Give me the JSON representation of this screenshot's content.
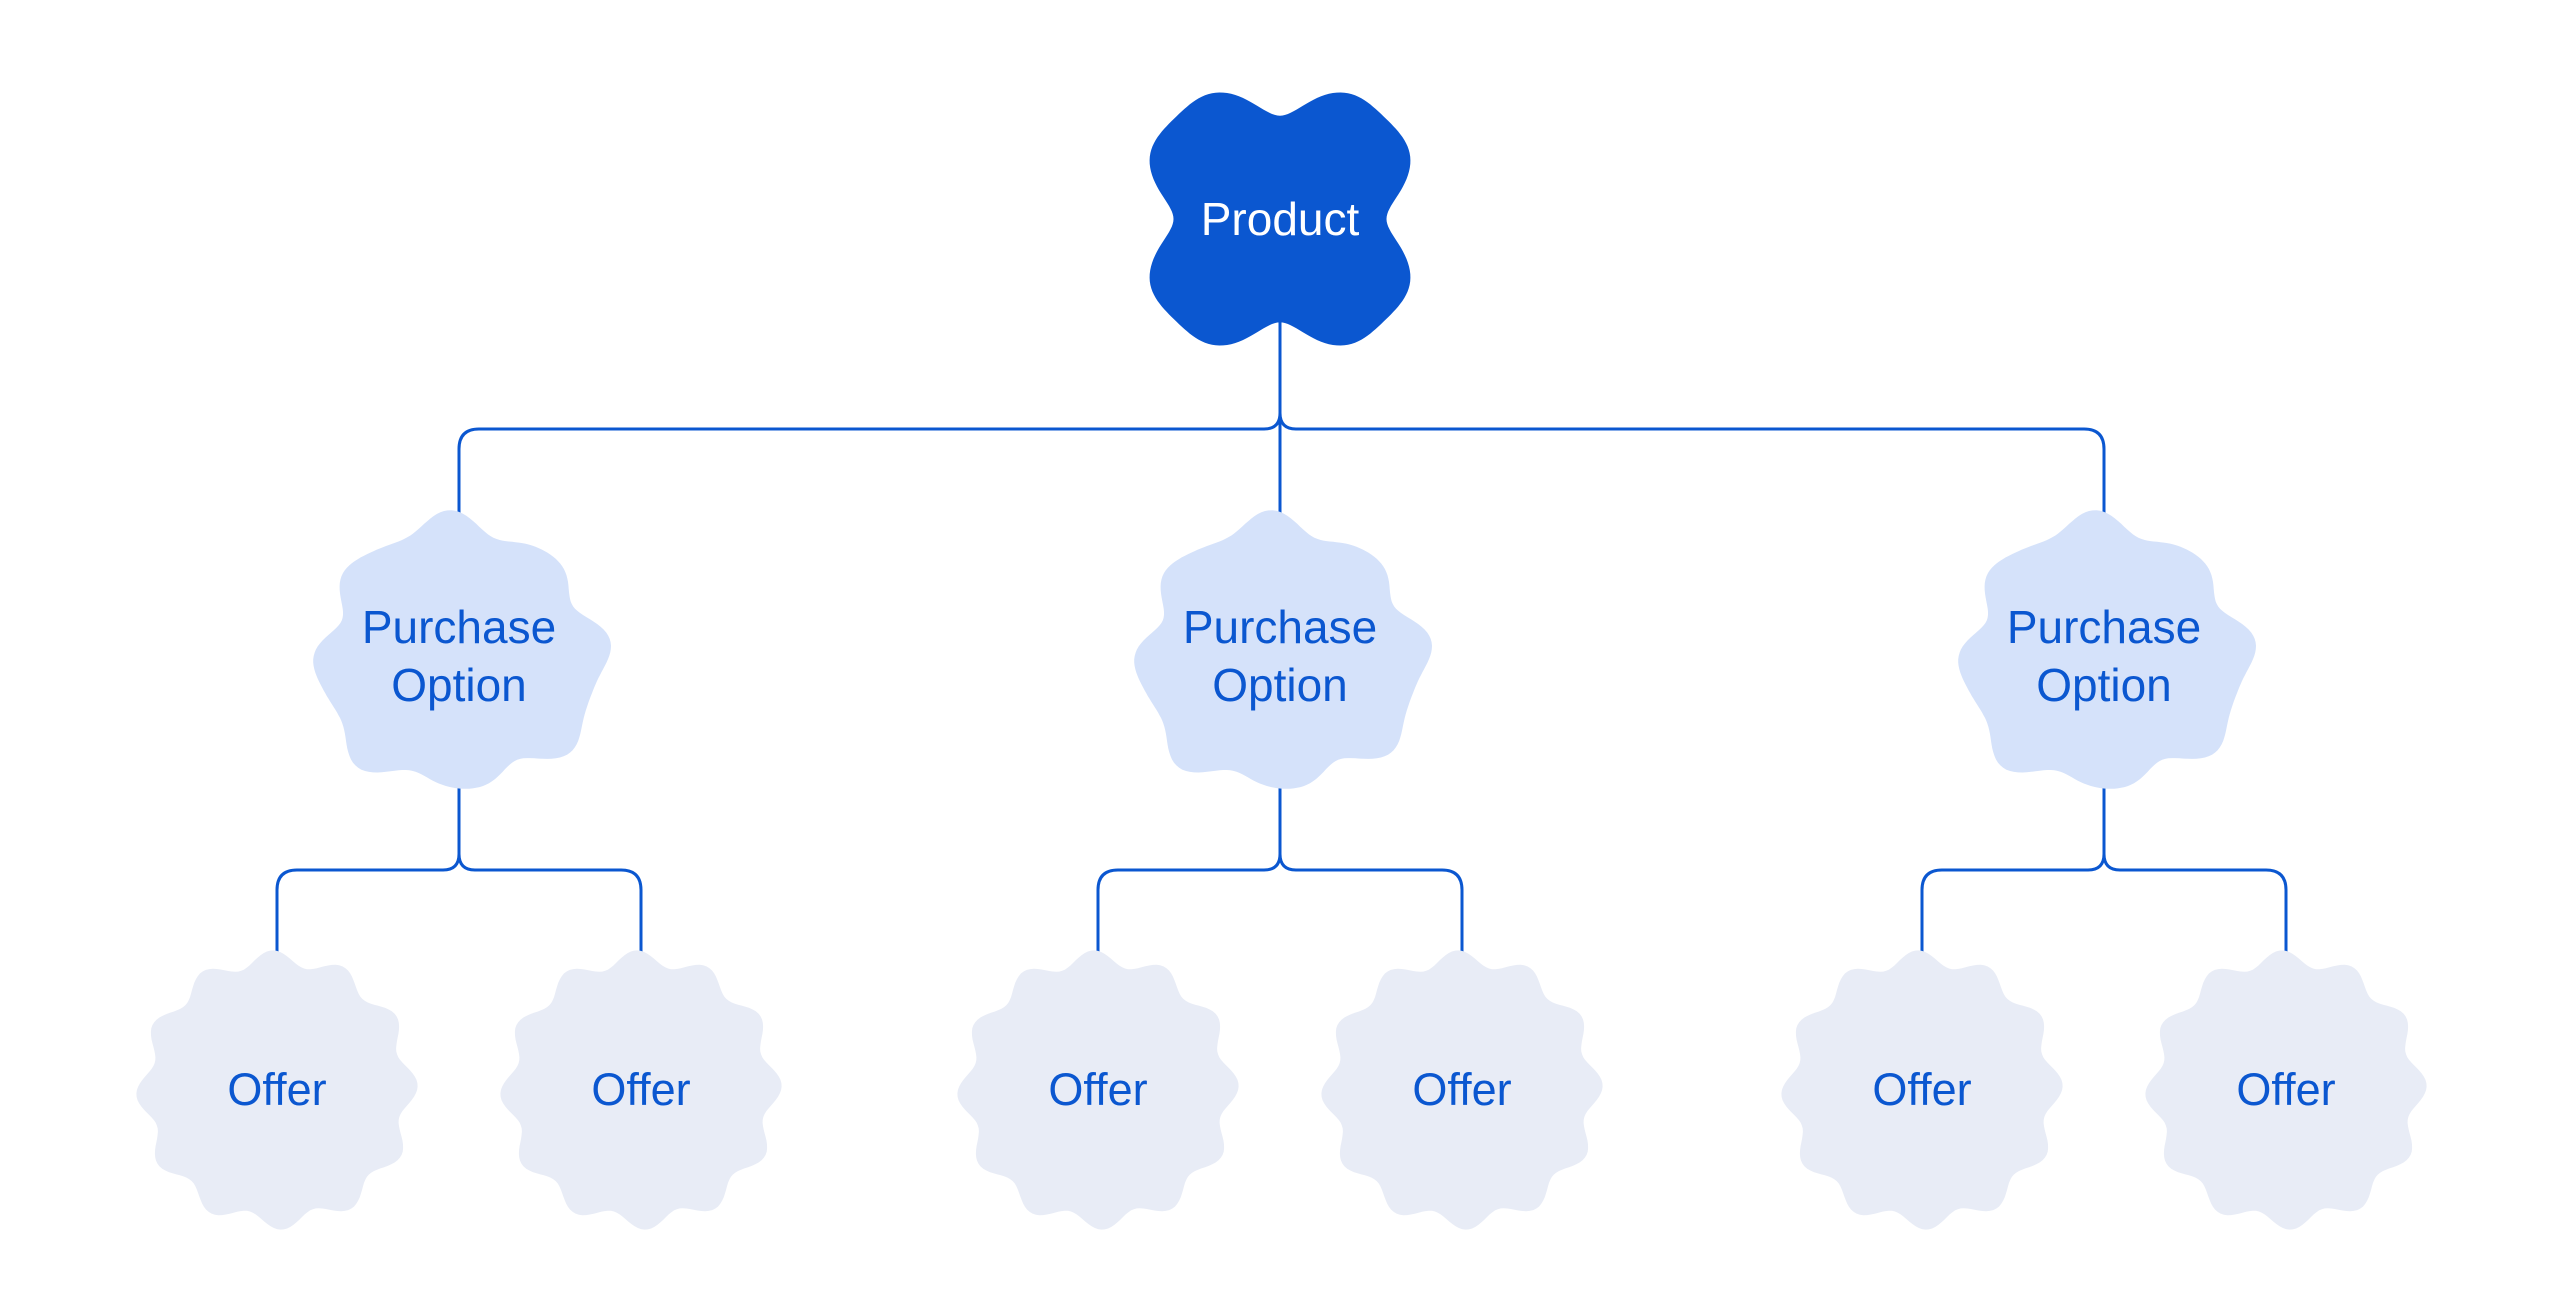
{
  "colors": {
    "primary_blue": "#0B57D0",
    "connector_blue": "#0B57D0",
    "purchase_fill": "#D5E2FA",
    "offer_fill": "#E8ECF6",
    "product_text": "#FFFFFF",
    "label_text": "#0B57D0",
    "background": "#FFFFFF"
  },
  "diagram": {
    "type": "tree",
    "product": {
      "label": "Product"
    },
    "purchase_options": [
      {
        "label": "Purchase Option"
      },
      {
        "label": "Purchase Option"
      },
      {
        "label": "Purchase Option"
      }
    ],
    "offers": [
      {
        "label": "Offer"
      },
      {
        "label": "Offer"
      },
      {
        "label": "Offer"
      },
      {
        "label": "Offer"
      },
      {
        "label": "Offer"
      },
      {
        "label": "Offer"
      }
    ]
  }
}
